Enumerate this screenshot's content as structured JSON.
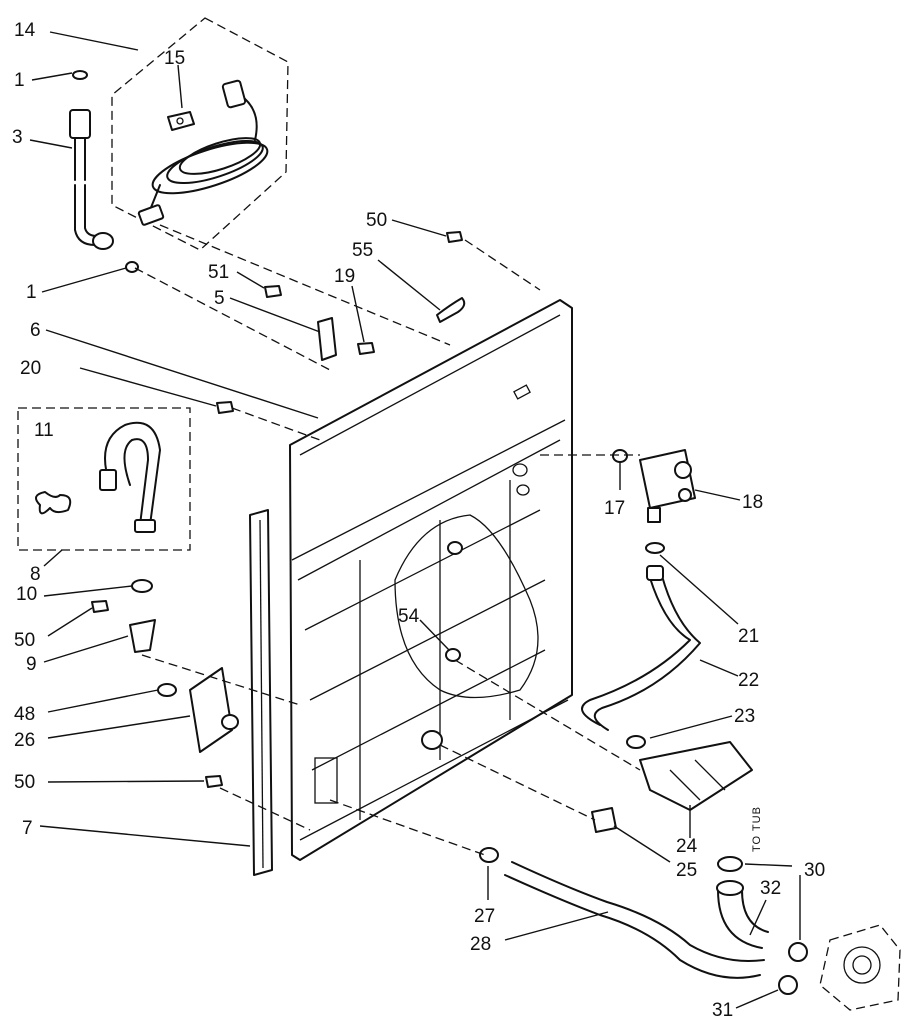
{
  "diagram": {
    "callouts": [
      {
        "id": "c14",
        "text": "14"
      },
      {
        "id": "c1a",
        "text": "1"
      },
      {
        "id": "c3",
        "text": "3"
      },
      {
        "id": "c15",
        "text": "15"
      },
      {
        "id": "c1b",
        "text": "1"
      },
      {
        "id": "c50a",
        "text": "50"
      },
      {
        "id": "c55",
        "text": "55"
      },
      {
        "id": "c51",
        "text": "51"
      },
      {
        "id": "c19",
        "text": "19"
      },
      {
        "id": "c5",
        "text": "5"
      },
      {
        "id": "c6",
        "text": "6"
      },
      {
        "id": "c20",
        "text": "20"
      },
      {
        "id": "c11",
        "text": "11"
      },
      {
        "id": "c17",
        "text": "17"
      },
      {
        "id": "c18",
        "text": "18"
      },
      {
        "id": "c8",
        "text": "8"
      },
      {
        "id": "c10",
        "text": "10"
      },
      {
        "id": "c54",
        "text": "54"
      },
      {
        "id": "c50b",
        "text": "50"
      },
      {
        "id": "c9",
        "text": "9"
      },
      {
        "id": "c21",
        "text": "21"
      },
      {
        "id": "c22",
        "text": "22"
      },
      {
        "id": "c48",
        "text": "48"
      },
      {
        "id": "c26",
        "text": "26"
      },
      {
        "id": "c23",
        "text": "23"
      },
      {
        "id": "c50c",
        "text": "50"
      },
      {
        "id": "c7",
        "text": "7"
      },
      {
        "id": "c24",
        "text": "24"
      },
      {
        "id": "c25",
        "text": "25"
      },
      {
        "id": "c30",
        "text": "30"
      },
      {
        "id": "c32",
        "text": "32"
      },
      {
        "id": "c27",
        "text": "27"
      },
      {
        "id": "c28",
        "text": "28"
      },
      {
        "id": "c31",
        "text": "31"
      }
    ],
    "to_tub_label": "TO TUB"
  }
}
